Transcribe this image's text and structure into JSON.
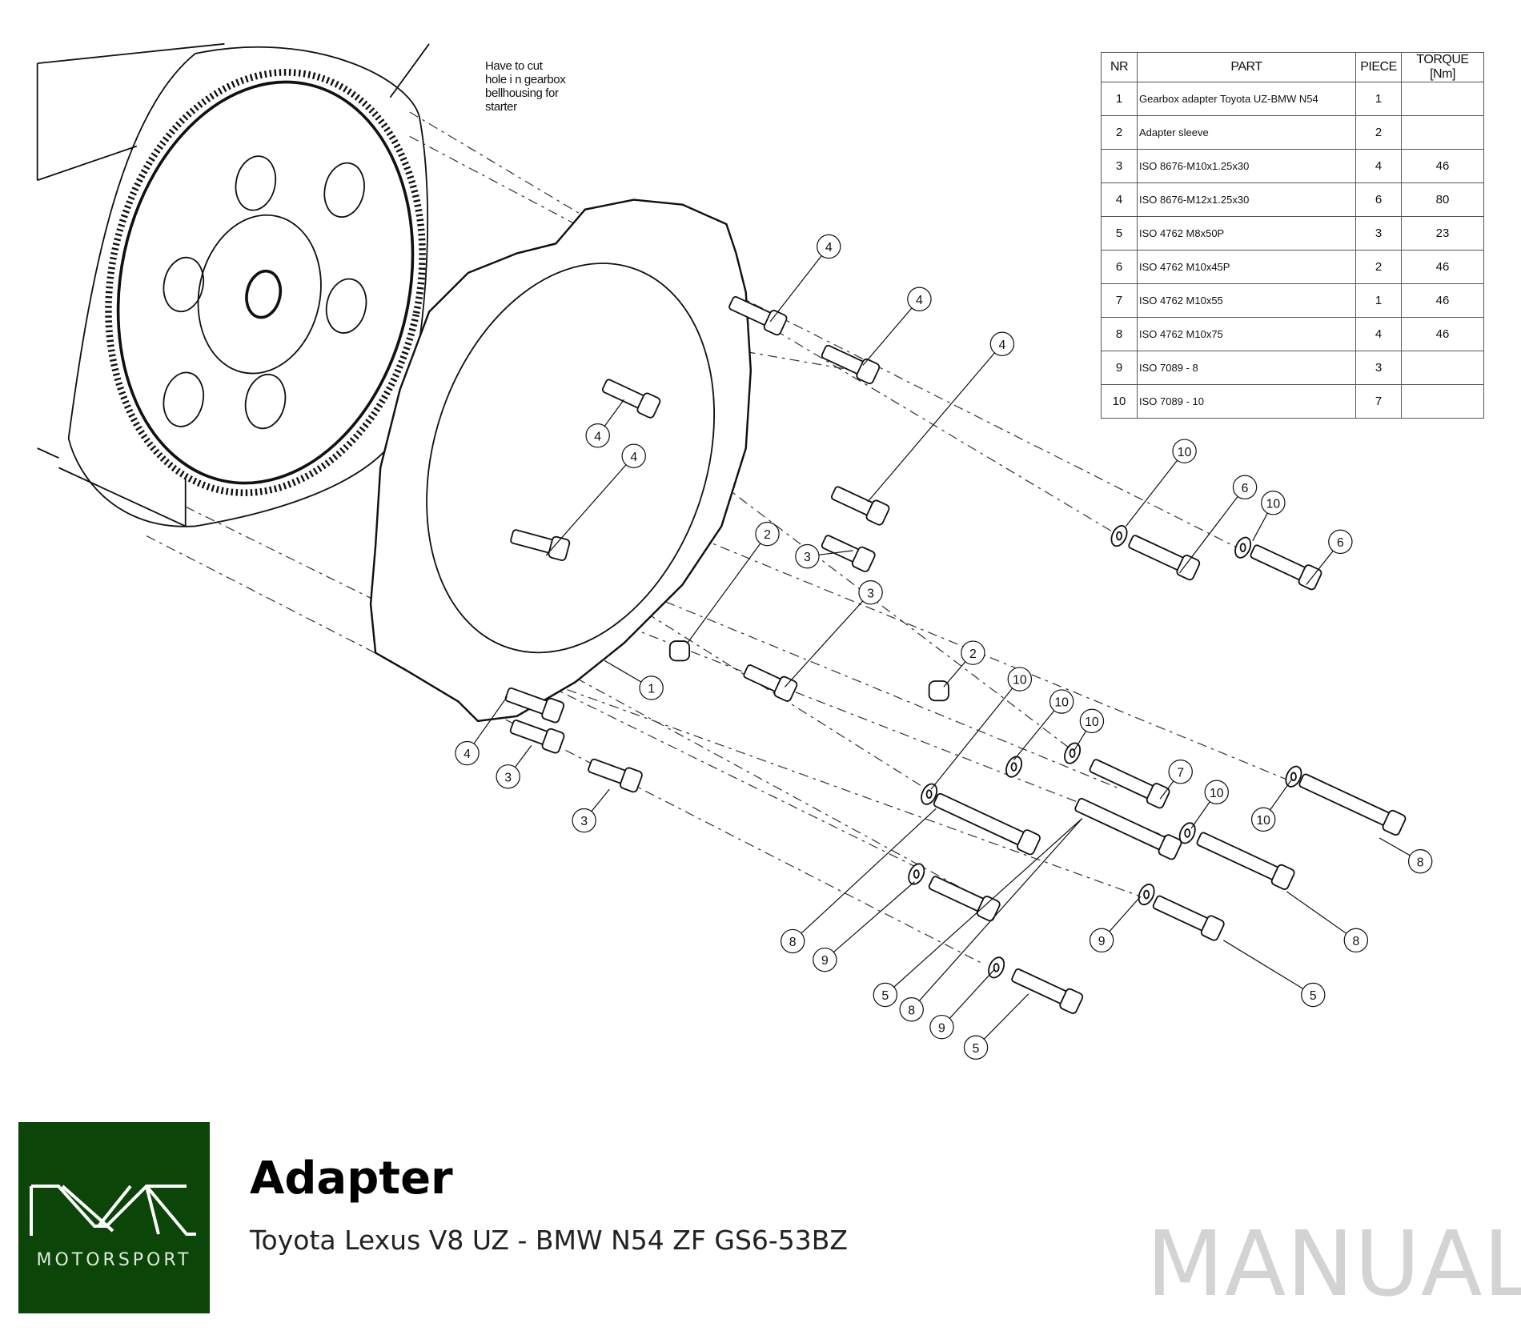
{
  "note": {
    "lines": [
      "Have to cut",
      "hole i n gearbox",
      "bellhousing for",
      "starter"
    ]
  },
  "table": {
    "headers": {
      "nr": "NR",
      "part": "PART",
      "piece": "PIECE",
      "torque": "TORQUE [Nm]"
    },
    "rows": [
      {
        "nr": "1",
        "part": "Gearbox adapter Toyota UZ-BMW N54",
        "piece": "1",
        "torque": ""
      },
      {
        "nr": "2",
        "part": "Adapter sleeve",
        "piece": "2",
        "torque": ""
      },
      {
        "nr": "3",
        "part": "ISO 8676-M10x1.25x30",
        "piece": "4",
        "torque": "46"
      },
      {
        "nr": "4",
        "part": "ISO 8676-M12x1.25x30",
        "piece": "6",
        "torque": "80"
      },
      {
        "nr": "5",
        "part": "ISO 4762 M8x50P",
        "piece": "3",
        "torque": "23"
      },
      {
        "nr": "6",
        "part": "ISO 4762 M10x45P",
        "piece": "2",
        "torque": "46"
      },
      {
        "nr": "7",
        "part": "ISO 4762 M10x55",
        "piece": "1",
        "torque": "46"
      },
      {
        "nr": "8",
        "part": "ISO 4762 M10x75",
        "piece": "4",
        "torque": "46"
      },
      {
        "nr": "9",
        "part": "ISO 7089 - 8",
        "piece": "3",
        "torque": ""
      },
      {
        "nr": "10",
        "part": "ISO 7089 - 10",
        "piece": "7",
        "torque": ""
      }
    ]
  },
  "callouts": [
    "4",
    "4",
    "4",
    "4",
    "4",
    "2",
    "3",
    "3",
    "1",
    "2",
    "10",
    "10",
    "10",
    "7",
    "10",
    "10",
    "8",
    "4",
    "3",
    "3",
    "10",
    "6",
    "10",
    "6",
    "8",
    "9",
    "5",
    "8",
    "9",
    "5",
    "9",
    "8",
    "5"
  ],
  "footer": {
    "logo_text": "MOTORSPORT",
    "logo_mark": "PMC",
    "title": "Adapter",
    "subtitle": "Toyota Lexus V8 UZ - BMW N54 ZF GS6-53BZ",
    "stamp": "MANUAL",
    "brand_color": "#0b4608"
  }
}
